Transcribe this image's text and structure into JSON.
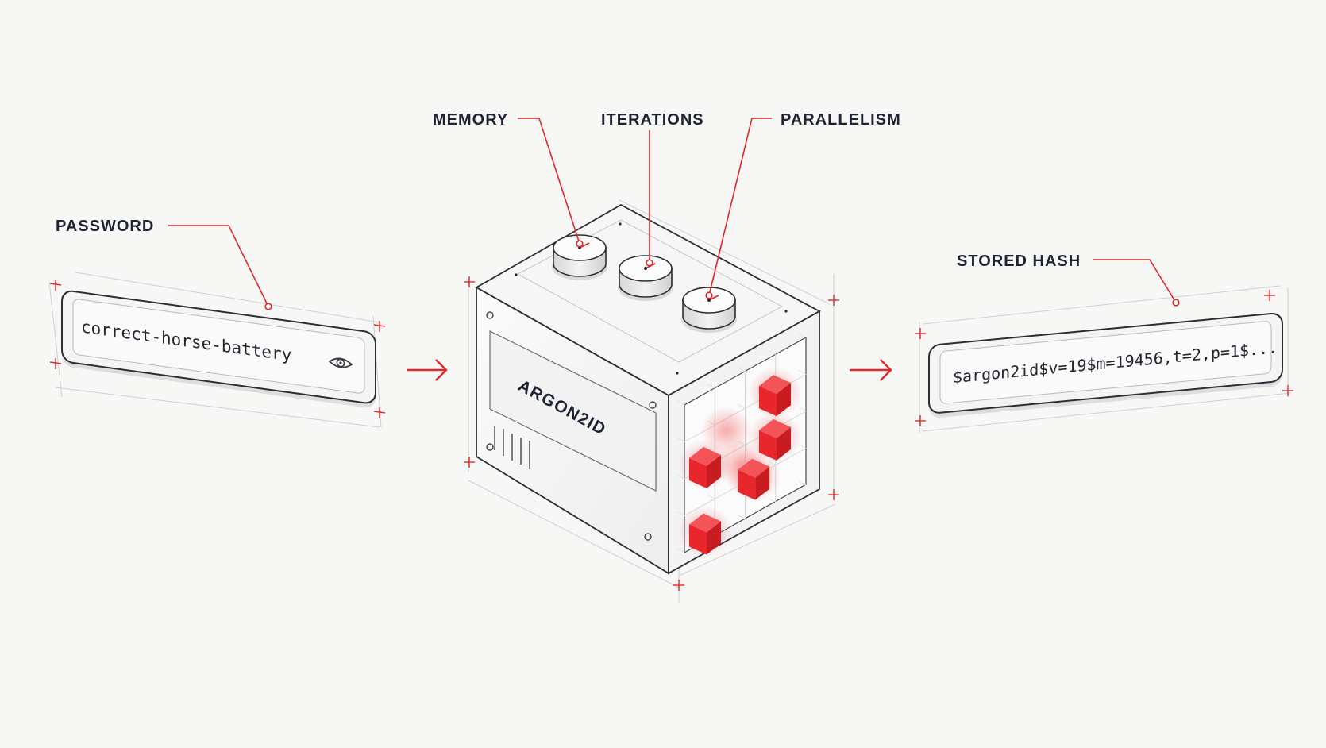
{
  "labels": {
    "password": "PASSWORD",
    "memory": "MEMORY",
    "iterations": "ITERATIONS",
    "parallelism": "PARALLELISM",
    "stored_hash": "STORED HASH"
  },
  "password_field": {
    "value": "correct-horse-battery",
    "icon": "eye-icon"
  },
  "machine": {
    "name": "ARGON2ID"
  },
  "hash_field": {
    "value": "$argon2id$v=19$m=19456,t=2,p=1$..."
  },
  "colors": {
    "accent": "#e0282b",
    "ink": "#1d2333",
    "background": "#f7f7f6"
  }
}
